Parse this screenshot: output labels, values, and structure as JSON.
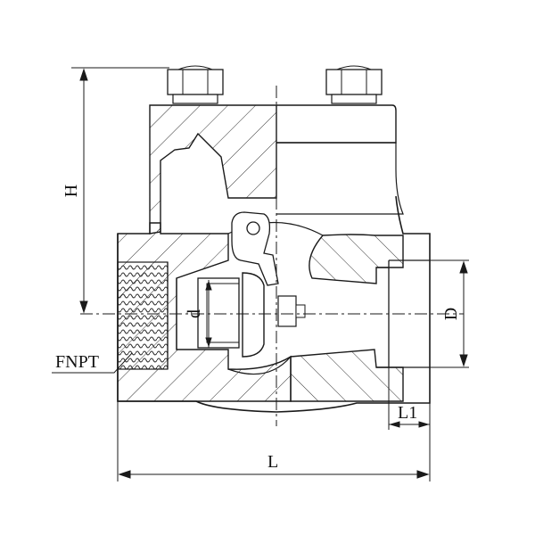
{
  "drawing": {
    "labels": {
      "height": "H",
      "bore": "d",
      "outer_diameter": "D",
      "thread": "FNPT",
      "socket_depth": "L1",
      "length": "L"
    },
    "colors": {
      "line": "#1a1a1a",
      "hatch": "#333333",
      "thread": "#2a2a2a",
      "background": "#ffffff"
    }
  }
}
